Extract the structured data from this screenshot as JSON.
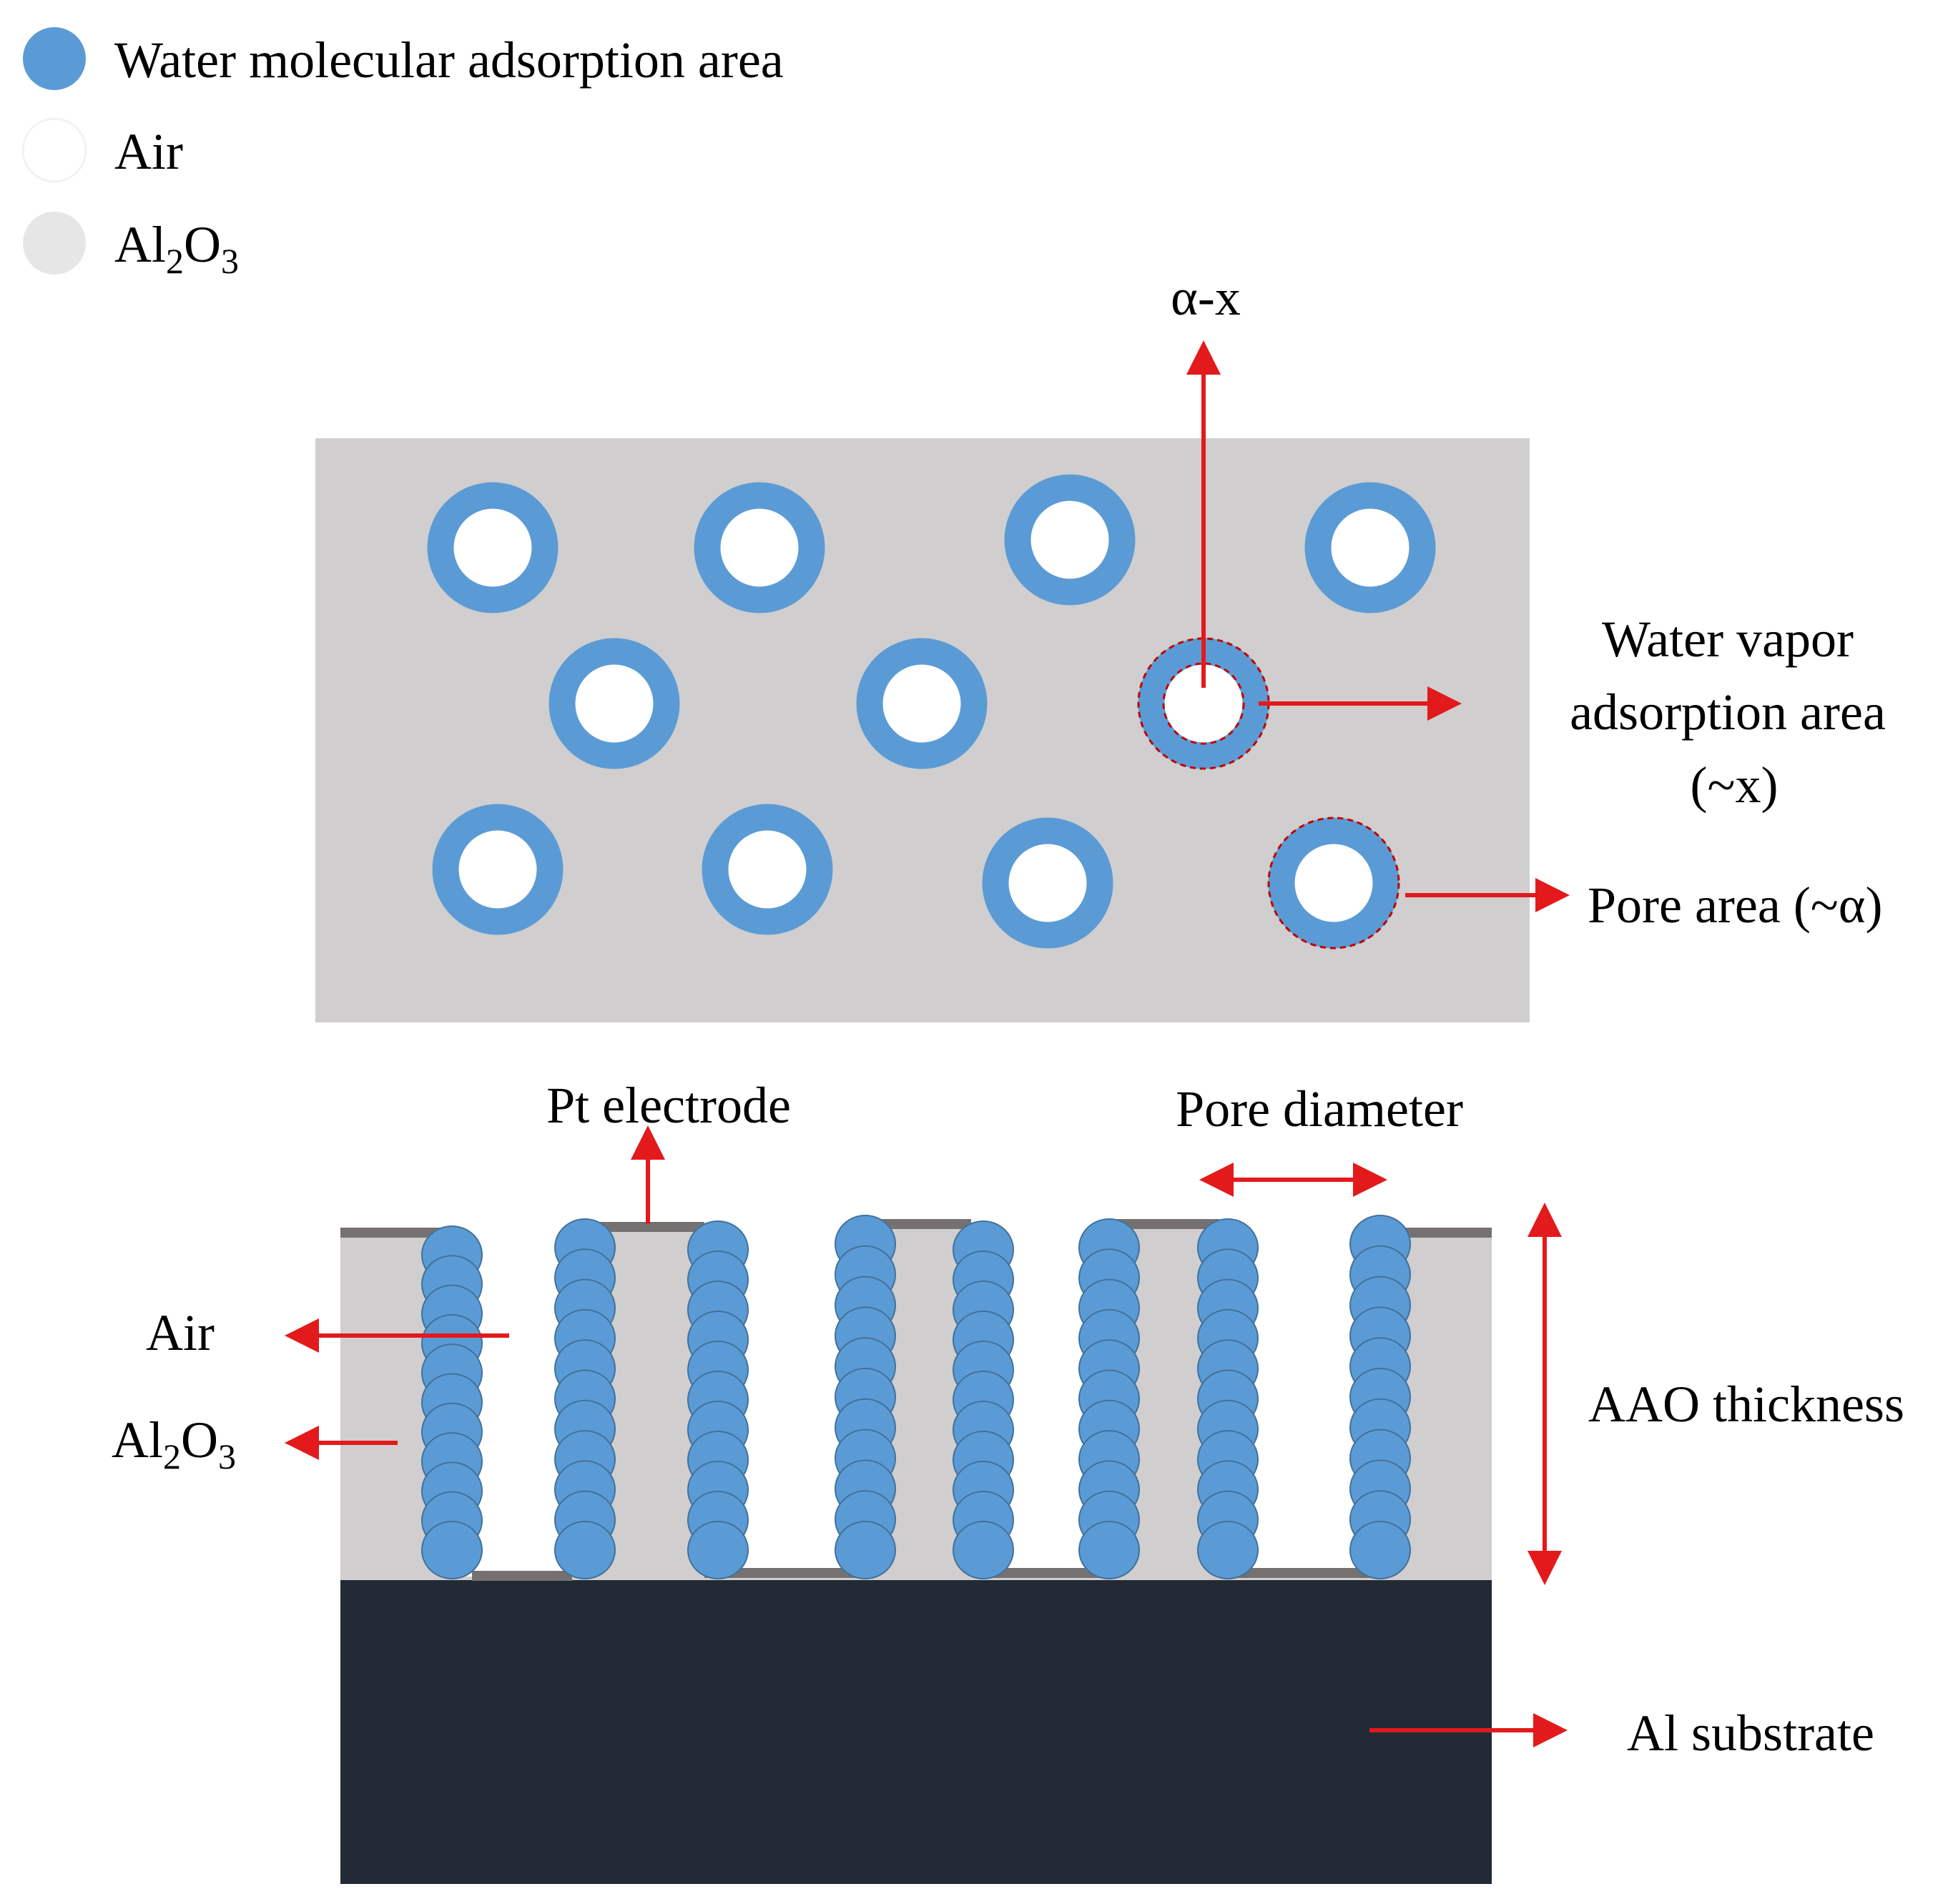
{
  "legend": [
    {
      "label": "Water molecular adsorption area",
      "color": "#5b9bd5"
    },
    {
      "label": "Air",
      "color": "#ffffff"
    },
    {
      "label_main": "Al",
      "label_sub1": "2",
      "label_mid": "O",
      "label_sub2": "3",
      "color": "#e7e6e6"
    }
  ],
  "top_view": {
    "label_alpha_x": "α-x",
    "label_water_vapor": [
      "Water vapor",
      "adsorption area",
      "(~x)"
    ],
    "label_pore_area": "Pore area (~α)",
    "body_color": "#d0cece",
    "ring_color": "#5b9bd5",
    "highlight_color": "#c00000"
  },
  "cross_section": {
    "label_pt_electrode": "Pt electrode",
    "label_pore_diameter": "Pore diameter",
    "label_air": "Air",
    "label_al2o3_main": "Al",
    "label_al2o3_sub1": "2",
    "label_al2o3_mid": "O",
    "label_al2o3_sub2": "3",
    "label_aao_thickness": "AAO thickness",
    "label_al_substrate": "Al substrate",
    "substrate_color": "#222a35",
    "electrode_color": "#767171",
    "arrow_color": "#e31a1c"
  }
}
